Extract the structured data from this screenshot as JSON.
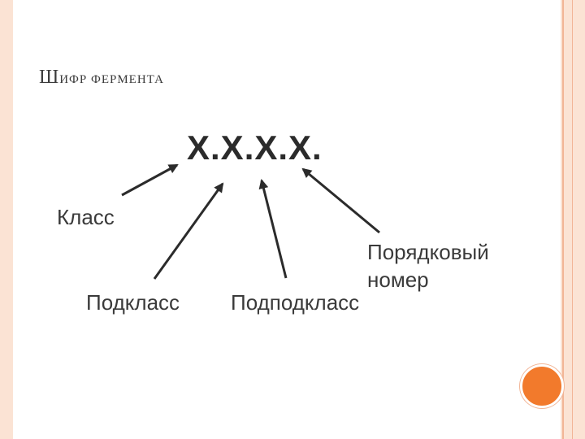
{
  "slide": {
    "title_cap": "Ш",
    "title_rest": "ИФР ФЕРМЕНТА"
  },
  "diagram": {
    "code": "X.X.X.X.",
    "labels": {
      "class": "Класс",
      "subclass": "Подкласс",
      "subsubclass": "Подподкласс",
      "serial_line1": "Порядковый",
      "serial_line2": "номер"
    }
  },
  "colors": {
    "frame": "#fbe3d4",
    "frame_line": "#f2b596",
    "accent_dot": "#f27a2c",
    "text": "#3a3a3a"
  }
}
